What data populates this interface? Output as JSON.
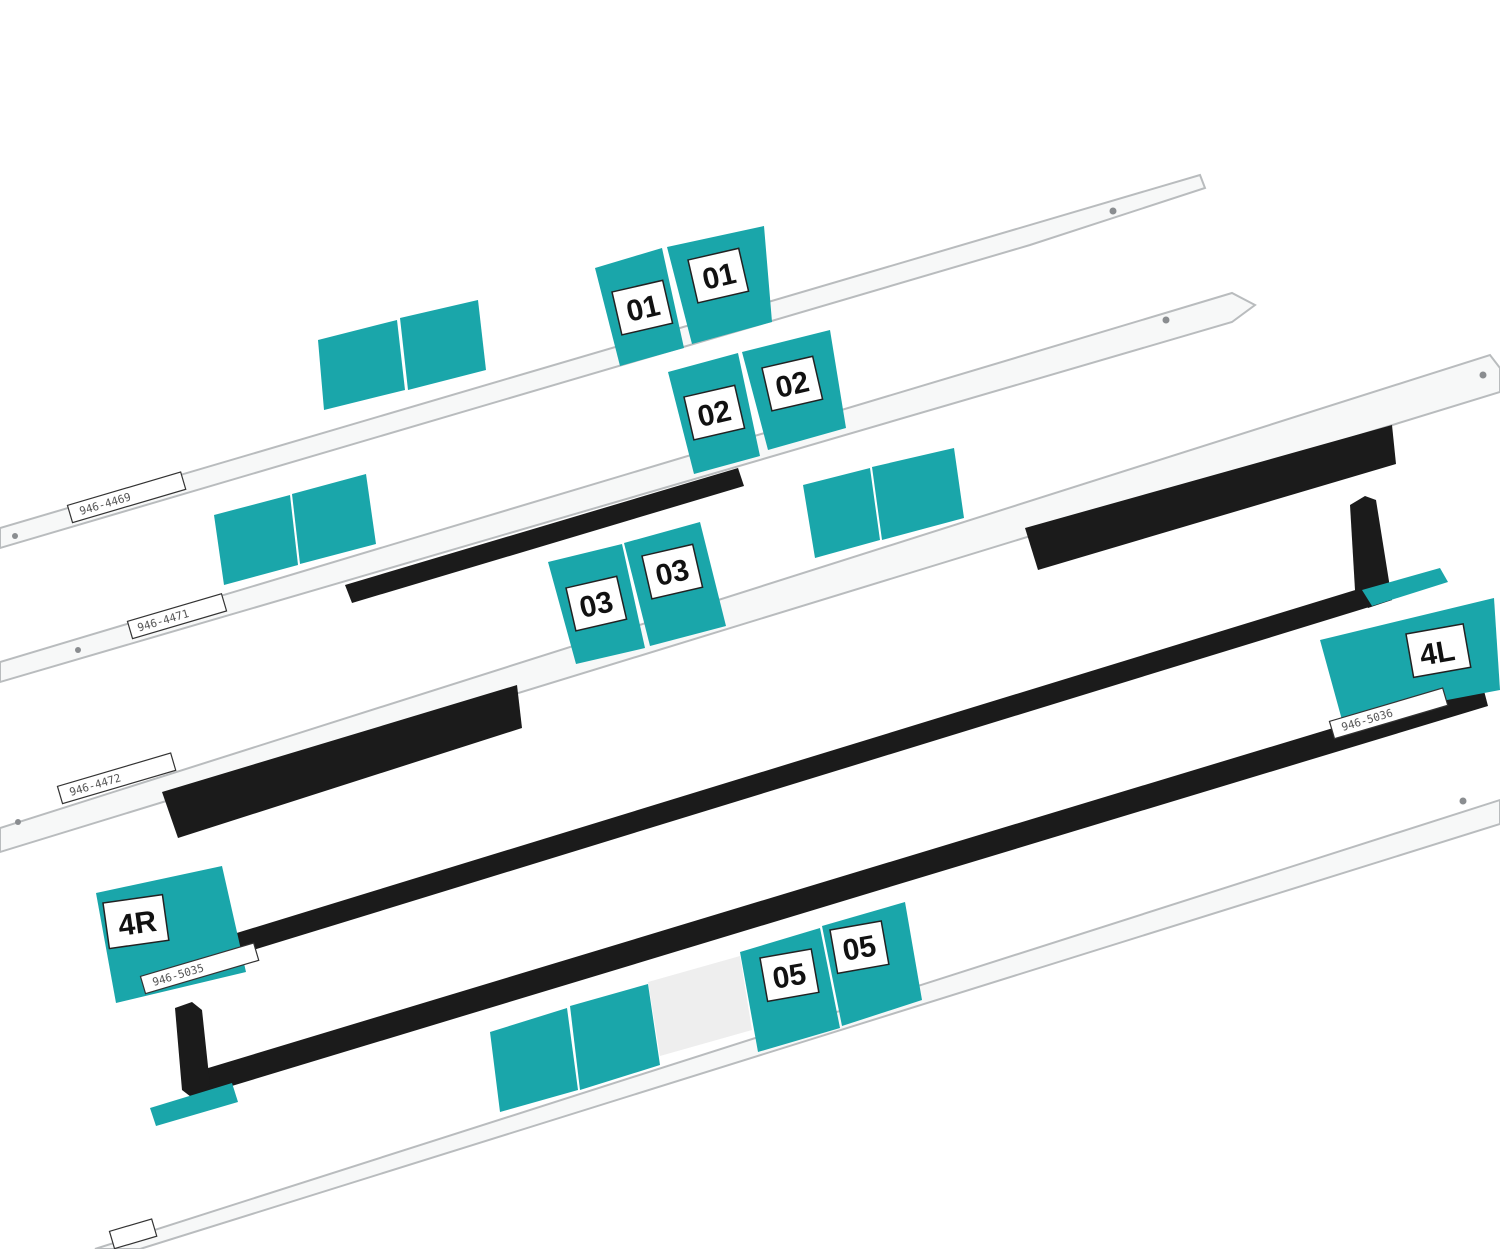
{
  "colors": {
    "background": "#ffffff",
    "strip_fill": "#f7f8f8",
    "strip_edge": "#b9bcbe",
    "tab_teal": "#1aa6aa",
    "tab_teal_dark": "#138d91",
    "foam_black": "#1b1b1b",
    "label_white": "#ffffff",
    "window_clear": "#eeeeee"
  },
  "strips": [
    {
      "id": "strip-01",
      "part_number": "946-4469",
      "tab_label": "01",
      "has_foam": false
    },
    {
      "id": "strip-02",
      "part_number": "946-4471",
      "tab_label": "02",
      "has_foam": true
    },
    {
      "id": "strip-03",
      "part_number": "946-4472",
      "tab_label": "03",
      "has_foam": true
    },
    {
      "id": "strip-4r",
      "part_number": "946-5035",
      "tab_label": "4R",
      "has_foam": true
    },
    {
      "id": "strip-4l",
      "part_number": "946-5036",
      "tab_label": "4L",
      "has_foam": true
    },
    {
      "id": "strip-05",
      "part_number": "",
      "tab_label": "05",
      "has_foam": false
    }
  ]
}
